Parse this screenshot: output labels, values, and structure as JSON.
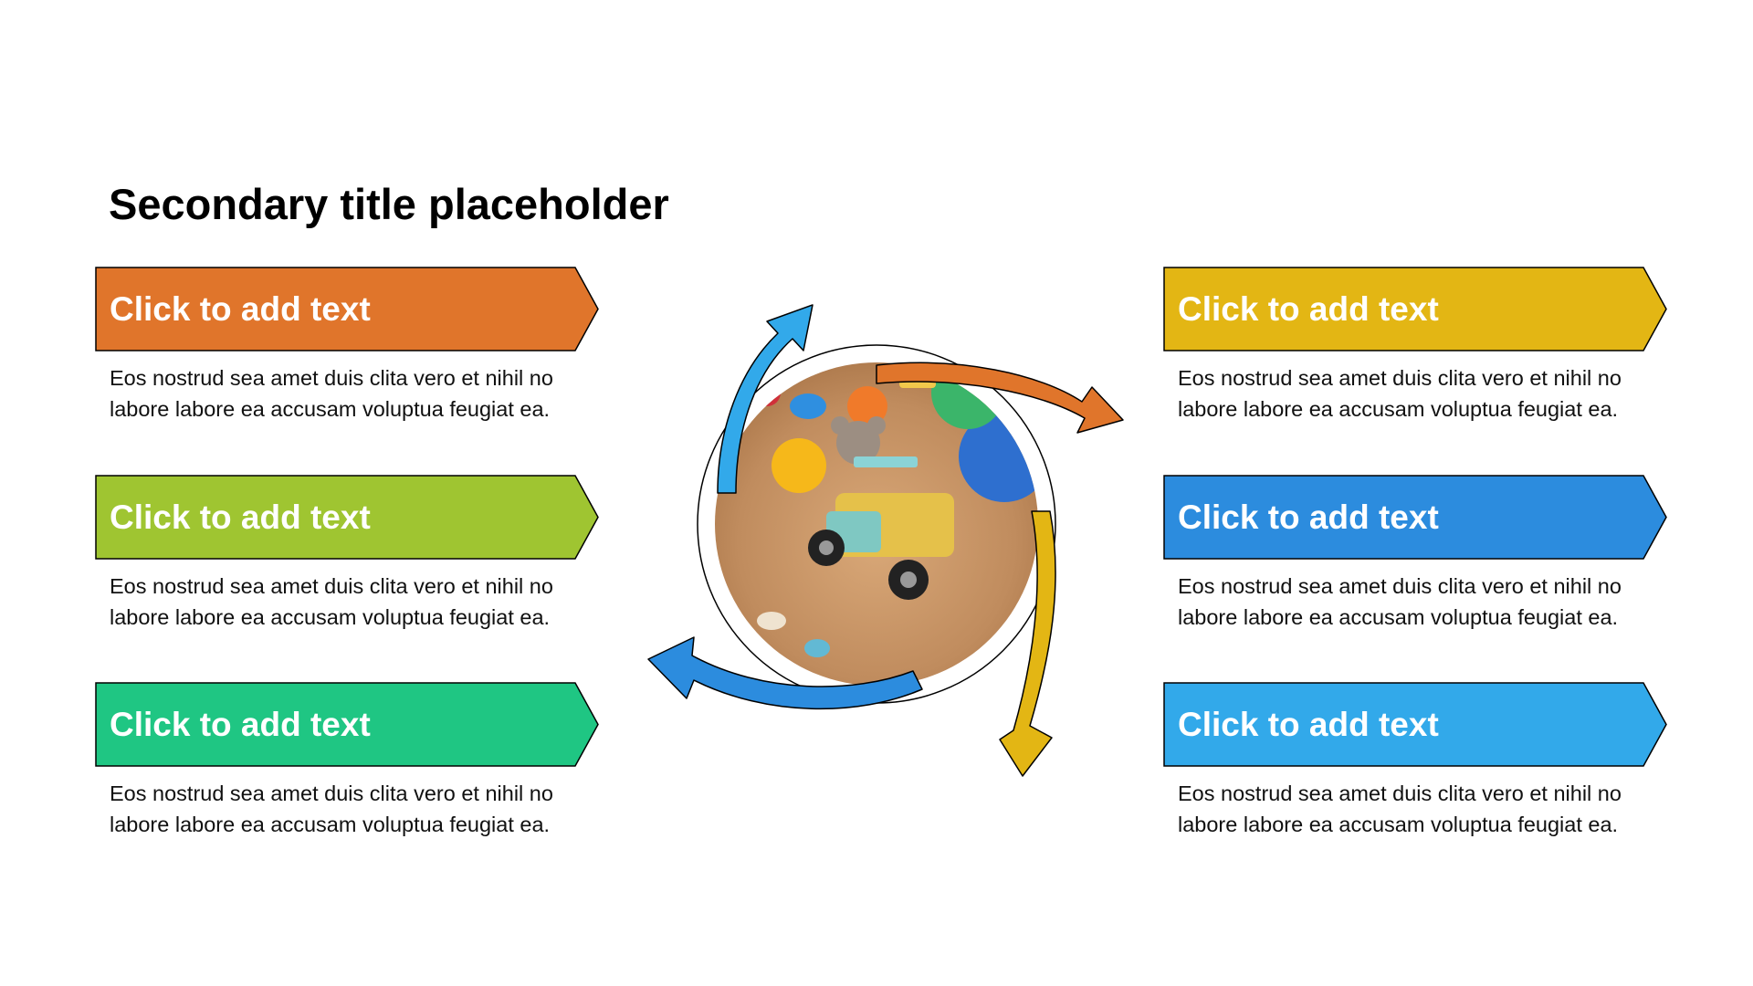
{
  "title": "Secondary title placeholder",
  "items": [
    {
      "label": "Click to add text",
      "desc": "Eos nostrud sea amet duis clita vero et nihil no labore labore ea accusam voluptua feugiat ea.",
      "color": "#E0752B"
    },
    {
      "label": "Click to add text",
      "desc": "Eos nostrud sea amet duis clita vero et nihil no labore labore ea accusam voluptua feugiat ea.",
      "color": "#9FC531"
    },
    {
      "label": "Click to add text",
      "desc": "Eos nostrud sea amet duis clita vero et nihil no labore labore ea accusam voluptua feugiat ea.",
      "color": "#1FC683"
    },
    {
      "label": "Click to add text",
      "desc": "Eos nostrud sea amet duis clita vero et nihil no labore labore ea accusam voluptua feugiat ea.",
      "color": "#E3B614"
    },
    {
      "label": "Click to add text",
      "desc": "Eos nostrud sea amet duis clita vero et nihil no labore labore ea accusam voluptua feugiat ea.",
      "color": "#2C8CDE"
    },
    {
      "label": "Click to add text",
      "desc": "Eos nostrud sea amet duis clita vero et nihil no labore labore ea accusam voluptua feugiat ea.",
      "color": "#32A9EA"
    }
  ],
  "cycle_arrows": [
    {
      "name": "blue-arrow",
      "color": "#32A9EA"
    },
    {
      "name": "orange-arrow",
      "color": "#E0752B"
    },
    {
      "name": "yellow-arrow",
      "color": "#E3B614"
    },
    {
      "name": "navy-arrow",
      "color": "#2C8CDE"
    }
  ],
  "center_image": {
    "subject": "toy-car-sandbox-photo"
  }
}
